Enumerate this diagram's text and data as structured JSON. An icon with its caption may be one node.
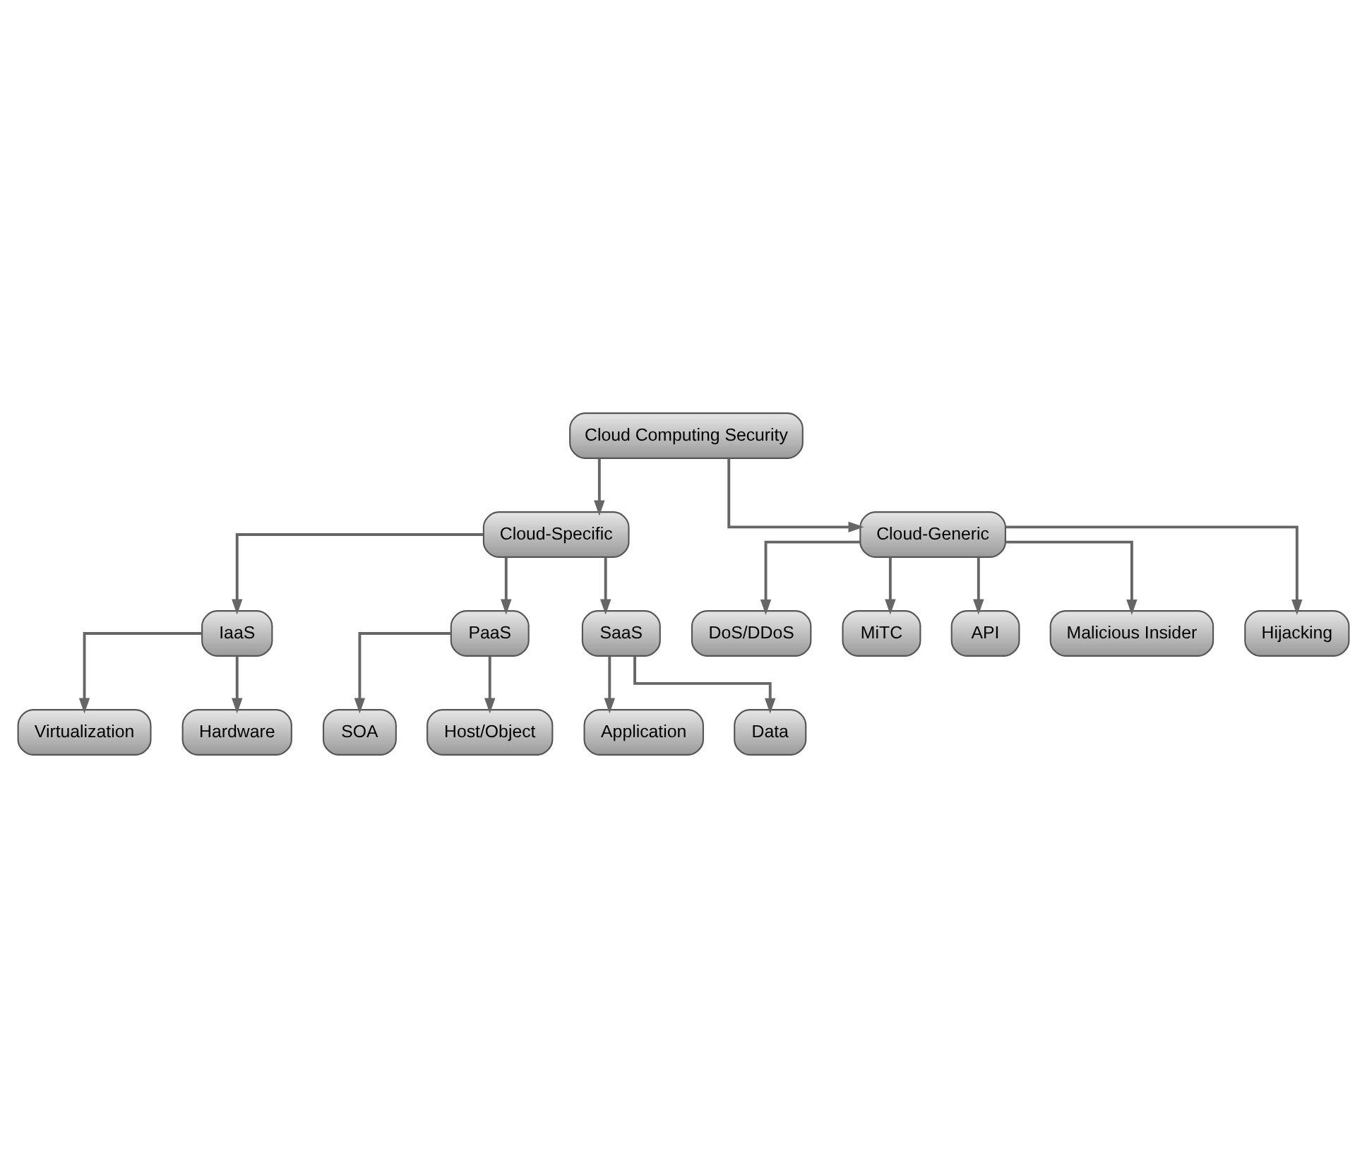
{
  "diagram": {
    "nodes": [
      {
        "text": [
          "Cloud Computing Security"
        ]
      },
      {
        "text": [
          "Cloud-Specific"
        ]
      },
      {
        "text": [
          "Cloud-Generic"
        ]
      },
      {
        "text": [
          "IaaS"
        ]
      },
      {
        "text": [
          "PaaS"
        ]
      },
      {
        "text": [
          "SaaS"
        ]
      },
      {
        "text": [
          "Virtualization"
        ]
      },
      {
        "text": [
          "Hardware"
        ]
      },
      {
        "text": [
          "SOA"
        ]
      },
      {
        "text": [
          "Host/Object"
        ]
      },
      {
        "text": [
          "Application"
        ]
      },
      {
        "text": [
          "Data"
        ]
      },
      {
        "text": [
          "DoS/DDoS"
        ]
      },
      {
        "text": [
          "MiTC"
        ]
      },
      {
        "text": [
          "API"
        ]
      },
      {
        "text": [
          "Malicious Insider"
        ]
      },
      {
        "text": [
          "Hijacking"
        ]
      }
    ],
    "edges": [
      {
        "from": 0,
        "to": 1,
        "arrow": "to"
      },
      {
        "from": 0,
        "to": 2,
        "arrow": "to"
      },
      {
        "from": 1,
        "to": 3,
        "arrow": "to"
      },
      {
        "from": 1,
        "to": 4,
        "arrow": "to"
      },
      {
        "from": 1,
        "to": 5,
        "arrow": "to"
      },
      {
        "from": 3,
        "to": 6,
        "arrow": "to"
      },
      {
        "from": 3,
        "to": 7,
        "arrow": "to"
      },
      {
        "from": 4,
        "to": 8,
        "arrow": "to"
      },
      {
        "from": 4,
        "to": 9,
        "arrow": "to"
      },
      {
        "from": 5,
        "to": 10,
        "arrow": "to"
      },
      {
        "from": 5,
        "to": 11,
        "arrow": "to"
      },
      {
        "from": 2,
        "to": 12,
        "arrow": "to"
      },
      {
        "from": 2,
        "to": 13,
        "arrow": "to"
      },
      {
        "from": 2,
        "to": 14,
        "arrow": "to"
      },
      {
        "from": 2,
        "to": 15,
        "arrow": "to"
      },
      {
        "from": 2,
        "to": 16,
        "arrow": "to"
      }
    ]
  }
}
